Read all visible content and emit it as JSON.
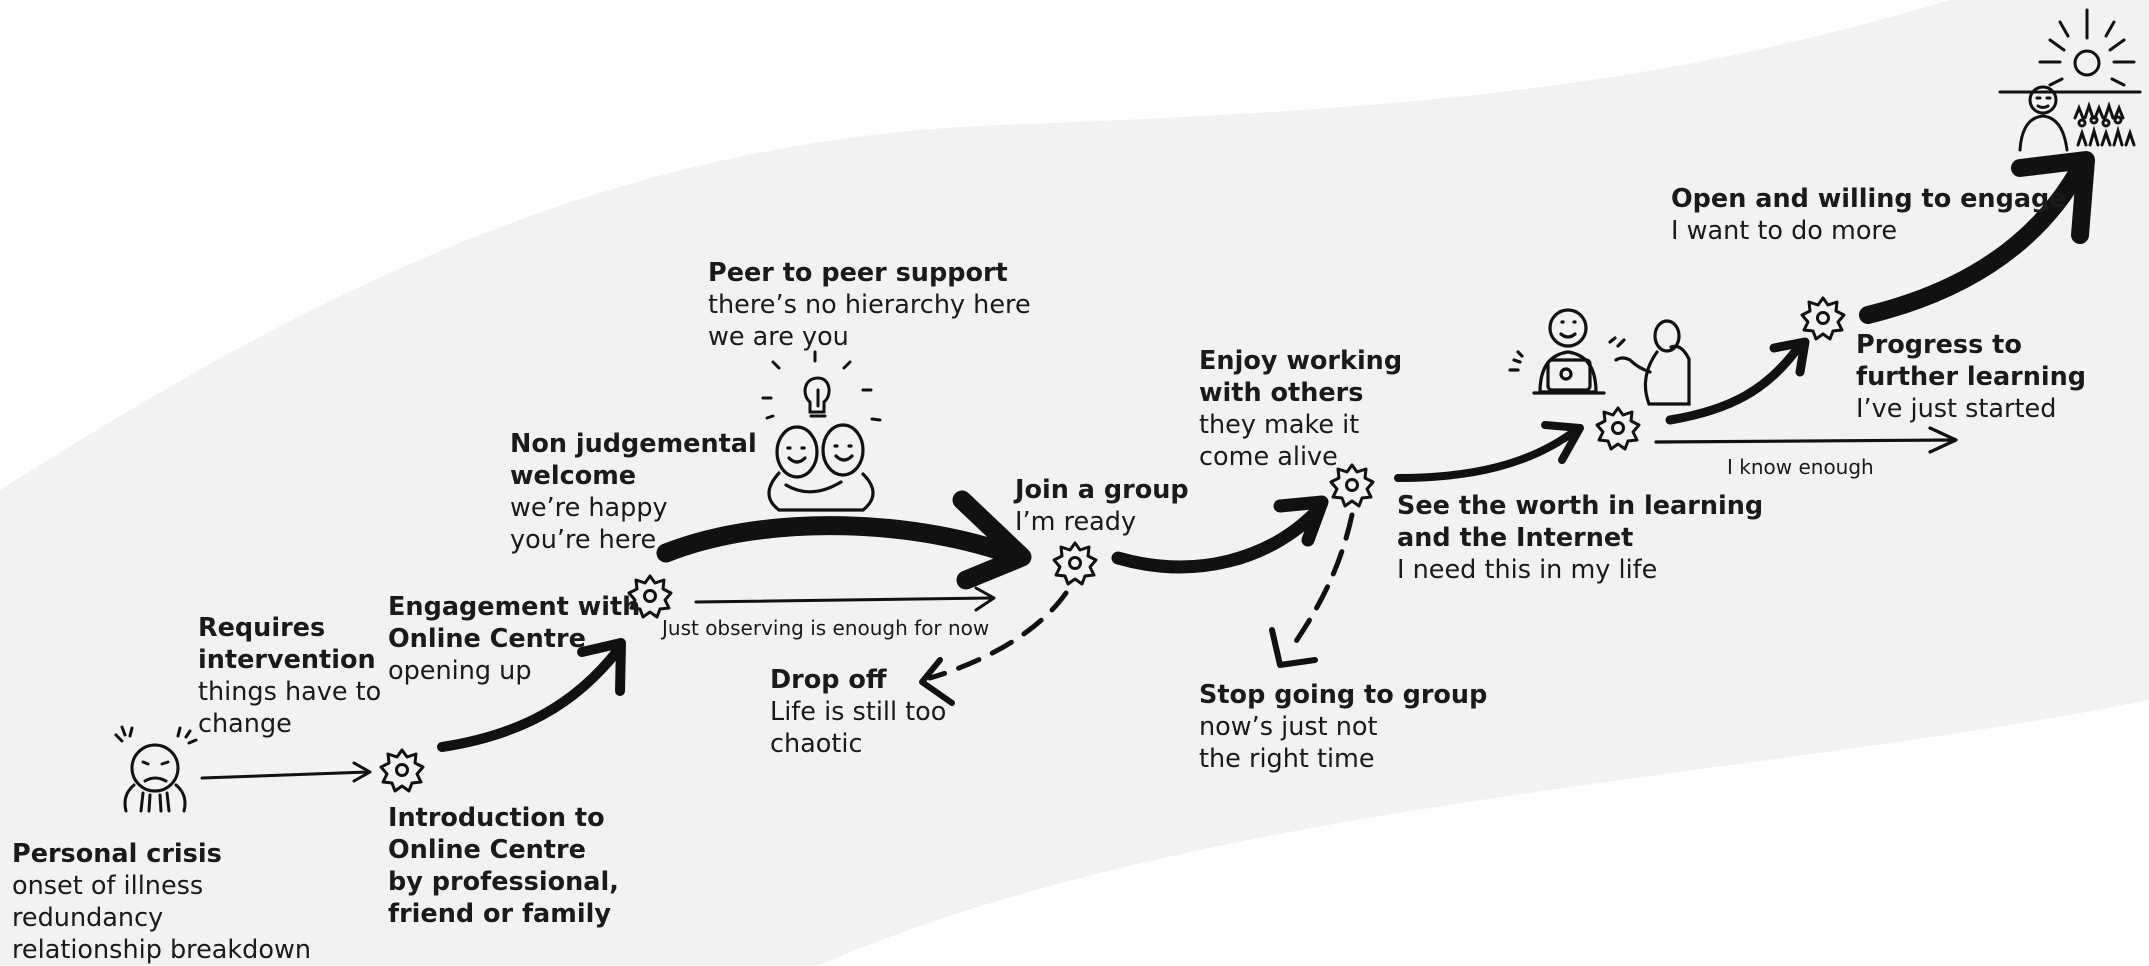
{
  "stages": [
    {
      "id": "personal-crisis",
      "title": "Personal crisis",
      "lines": [
        "onset of illness",
        "redundancy",
        "relationship breakdown"
      ]
    },
    {
      "id": "requires-intervention",
      "title": "Requires intervention",
      "lines": [
        "things have to",
        "change"
      ]
    },
    {
      "id": "introduction",
      "title": "Introduction to Online Centre by professional, friend or family",
      "lines": []
    },
    {
      "id": "engagement",
      "title": "Engagement with Online Centre",
      "lines": [
        "opening up"
      ]
    },
    {
      "id": "non-judgemental",
      "title": "Non judgemental welcome",
      "lines": [
        "we’re happy",
        "you’re here"
      ]
    },
    {
      "id": "peer-support",
      "title": "Peer to peer support",
      "lines": [
        "there’s no hierarchy here",
        "we are you"
      ]
    },
    {
      "id": "join-group",
      "title": "Join a group",
      "lines": [
        "I’m ready"
      ]
    },
    {
      "id": "drop-off",
      "title": "Drop off",
      "lines": [
        "Life is still too",
        "chaotic"
      ]
    },
    {
      "id": "enjoy-working",
      "title": "Enjoy working with others",
      "lines": [
        "they make it",
        "come alive"
      ]
    },
    {
      "id": "stop-going",
      "title": "Stop going to group",
      "lines": [
        "now’s just not",
        "the right time"
      ]
    },
    {
      "id": "see-worth",
      "title": "See the worth in learning and the Internet",
      "lines": [
        "I need this in my life"
      ]
    },
    {
      "id": "progress",
      "title": "Progress to further learning",
      "lines": [
        "I’ve just started"
      ]
    },
    {
      "id": "open-willing",
      "title": "Open and willing to engage",
      "lines": [
        "I want to do more"
      ]
    }
  ],
  "labels": {
    "personal_crisis_title": "Personal crisis",
    "personal_crisis_l1": "onset of illness",
    "personal_crisis_l2": "redundancy",
    "personal_crisis_l3": "relationship breakdown",
    "requires_t1": "Requires",
    "requires_t2": "intervention",
    "requires_l1": "things have to",
    "requires_l2": "change",
    "intro_t1": "Introduction to",
    "intro_t2": "Online Centre",
    "intro_t3": "by professional,",
    "intro_t4": "friend or family",
    "engage_t1": "Engagement with",
    "engage_t2": "Online Centre",
    "engage_l1": "opening up",
    "nonjudge_t1": "Non judgemental",
    "nonjudge_t2": "welcome",
    "nonjudge_l1": "we’re happy",
    "nonjudge_l2": "you’re here",
    "peer_t1": "Peer to peer support",
    "peer_l1": "there’s no hierarchy here",
    "peer_l2": "we are you",
    "join_t1": "Join a group",
    "join_l1": "I’m ready",
    "drop_t1": "Drop off",
    "drop_l1": "Life is still too",
    "drop_l2": "chaotic",
    "enjoy_t1": "Enjoy working",
    "enjoy_t2": "with others",
    "enjoy_l1": "they make it",
    "enjoy_l2": "come alive",
    "stop_t1": "Stop going to group",
    "stop_l1": "now’s just not",
    "stop_l2": "the right time",
    "worth_t1": "See the worth in learning",
    "worth_t2": "and the Internet",
    "worth_l1": "I need this in my life",
    "progress_t1": "Progress to",
    "progress_t2": "further learning",
    "progress_l1": "I’ve just started",
    "open_t1": "Open and willing to engage",
    "open_l1": "I want to do more",
    "observing": "Just observing is enough for now",
    "know_enough": "I know enough"
  },
  "icons": [
    "distressed-person-icon",
    "gear-icon",
    "hugging-people-icon",
    "lightbulb-icon",
    "computer-user-icon",
    "sunrise-crowd-icon"
  ],
  "colors": {
    "band": "#f2f2f2",
    "ink": "#1a1a1a",
    "background": "#ffffff"
  }
}
